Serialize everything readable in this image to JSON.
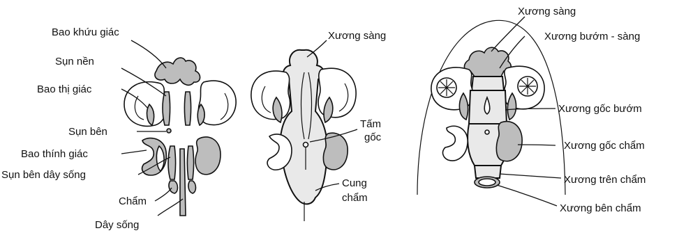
{
  "panel1": {
    "labels": [
      "Bao khứu giác",
      "Sụn nền",
      "Bao thị giác",
      "Sụn bên",
      "Bao thính giác",
      "Sụn bên dây sống",
      "Chẩm",
      "Dây sống"
    ]
  },
  "panel2": {
    "labels": [
      "Xương sàng",
      "Tấm",
      "gốc",
      "Cung",
      "chẩm"
    ]
  },
  "panel3": {
    "labels": [
      "Xương sàng",
      "Xương bướm - sàng",
      "Xương gốc bướm",
      "Xương gốc chẩm",
      "Xương trên chẩm",
      "Xương bên chẩm"
    ]
  }
}
